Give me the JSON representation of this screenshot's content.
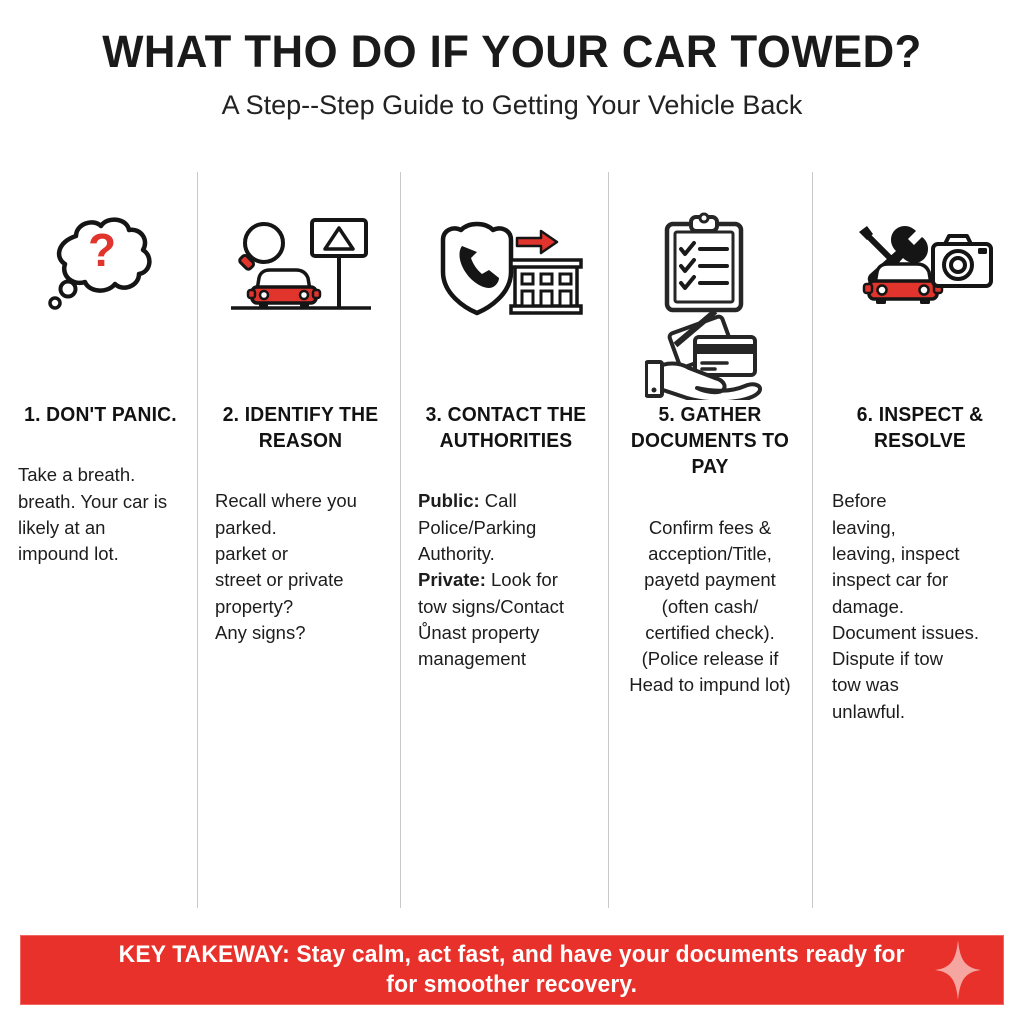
{
  "header": {
    "title": "WHAT THO DO IF YOUR CAR TOWED?",
    "subtitle": "A Step--Step Guide to Getting Your Vehicle Back"
  },
  "colors": {
    "banner_background": "#e8312a",
    "banner_text": "#ffffff",
    "accent_red": "#e0342c",
    "title_text": "#1a1a1a",
    "divider": "#c9c9c9",
    "sparkle": "#f5a6a0"
  },
  "steps": [
    {
      "icon": "thought-bubble-question-icon",
      "title": "1. DON'T\nPANIC.",
      "body": "Take a breath.\nbreath. Your car is\nlikely at an\nimpound lot.",
      "align": "left"
    },
    {
      "icon": "magnifier-car-warning-sign-icon",
      "title": "2. IDENTIFY\nTHE REASON",
      "body": "Recall where you\nparked.\nparket or\nstreet or private\nproperty?\nAny signs?",
      "align": "left"
    },
    {
      "icon": "police-badge-phone-building-icon",
      "title": "3. CONTACT THE\nAUTHORITIES",
      "body_html": "<b>Public:</b> Call\nPolice/Parking\nAuthority.\n<b>Private:</b> Look for\ntow signs/Contact\nŮnast property\nmanagement",
      "align": "left"
    },
    {
      "icon": "clipboard-checklist-hand-credit-cards-icon",
      "title": "5. GATHER\nDOCUMENTS\nTO PAY",
      "body": "Confirm fees &\nacception/Title,\npayetd payment\n(often cash/\ncertified check).\n(Police release if\nHead to impund lot)",
      "align": "center"
    },
    {
      "icon": "wrench-car-camera-icon",
      "title": "6. INSPECT &\nRESOLVE",
      "body": "Before\nleaving,\nleaving, inspect\ninspect car for\ndamage.\nDocument issues.\nDispute if tow\ntow was\nunlawful.",
      "align": "left"
    }
  ],
  "banner": {
    "text": "KEY TAKEWAY: Stay calm, act fast, and have   your documents ready for\nfor smoother recovery."
  }
}
